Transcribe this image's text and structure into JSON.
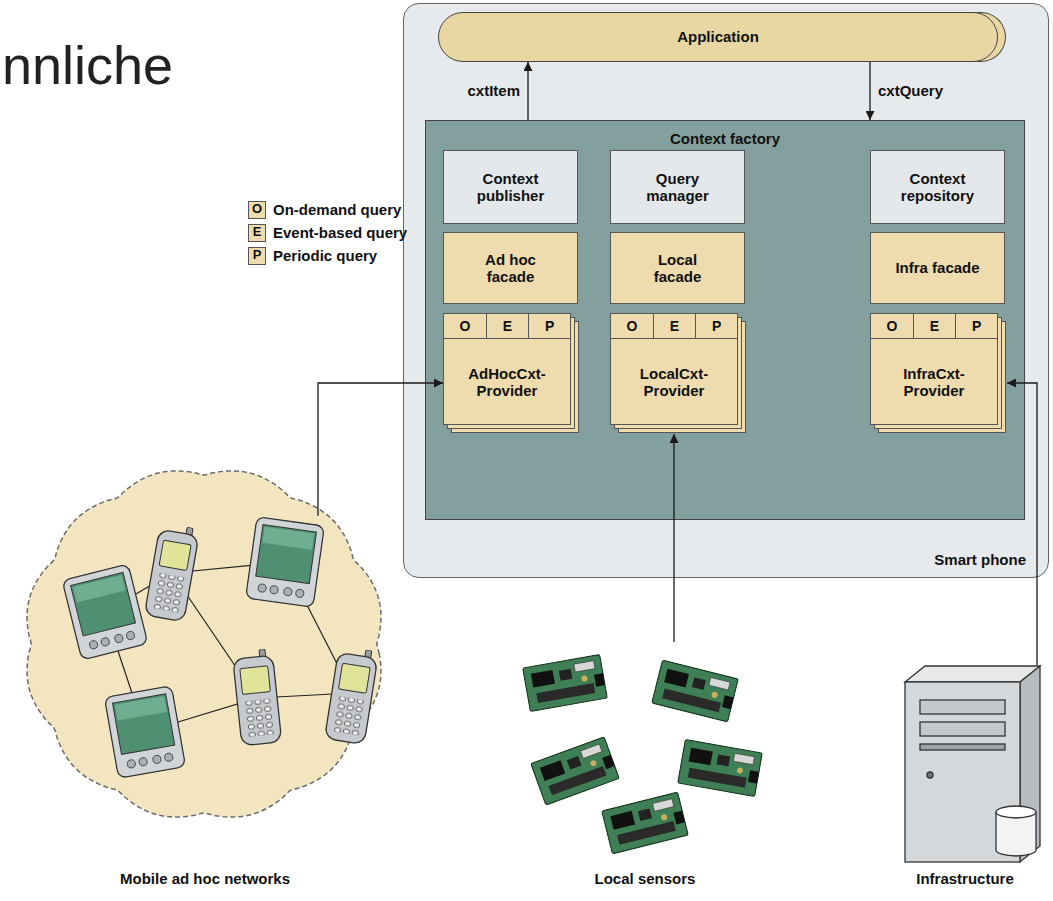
{
  "diagram": {
    "nodes": [
      {
        "text": [
          "Smart phone"
        ]
      },
      {
        "text": [
          "Application"
        ],
        "in": 0
      },
      {
        "text": [
          "Context factory"
        ],
        "in": 0
      },
      {
        "text": [
          "Context publisher"
        ],
        "in": 2
      },
      {
        "text": [
          "Query manager"
        ],
        "in": 2
      },
      {
        "text": [
          "Context repository"
        ],
        "in": 2
      },
      {
        "text": [
          "Ad hoc facade"
        ],
        "in": 2
      },
      {
        "text": [
          "Local facade"
        ],
        "in": 2
      },
      {
        "text": [
          "Infra facade"
        ],
        "in": 2
      },
      {
        "text": [
          "AdHocCxt- Provider"
        ],
        "in": 2
      },
      {
        "text": [
          "O"
        ],
        "in": 9
      },
      {
        "text": [
          "E"
        ],
        "in": 9
      },
      {
        "text": [
          "P"
        ],
        "in": 9
      },
      {
        "text": [
          "LocalCxt- Provider"
        ],
        "in": 2
      },
      {
        "text": [
          "O"
        ],
        "in": 13
      },
      {
        "text": [
          "E"
        ],
        "in": 13
      },
      {
        "text": [
          "P"
        ],
        "in": 13
      },
      {
        "text": [
          "InfraCxt- Provider"
        ],
        "in": 2
      },
      {
        "text": [
          "O"
        ],
        "in": 17
      },
      {
        "text": [
          "E"
        ],
        "in": 17
      },
      {
        "text": [
          "P"
        ],
        "in": 17
      },
      {
        "text": [
          "Mobile ad hoc networks"
        ]
      },
      {
        "text": [
          "Local sensors"
        ]
      },
      {
        "text": [
          "Infrastructure"
        ]
      }
    ],
    "edges": [
      {
        "from": 2,
        "to": 1,
        "arrow": "to",
        "label": "cxtItem"
      },
      {
        "from": 1,
        "to": 2,
        "arrow": "to",
        "label": "cxtQuery"
      },
      {
        "from": 21,
        "to": 9,
        "arrow": "to"
      },
      {
        "from": 22,
        "to": 13,
        "arrow": "to"
      },
      {
        "from": 23,
        "to": 17,
        "arrow": "to"
      }
    ],
    "labels": [
      "nnliche",
      "O",
      "E",
      "P"
    ],
    "legend": [
      {
        "text": "On-demand query",
        "color": "#eedcae"
      },
      {
        "text": "Event-based query",
        "color": "#eedcae"
      },
      {
        "text": "Periodic query",
        "color": "#eedcae"
      }
    ]
  }
}
